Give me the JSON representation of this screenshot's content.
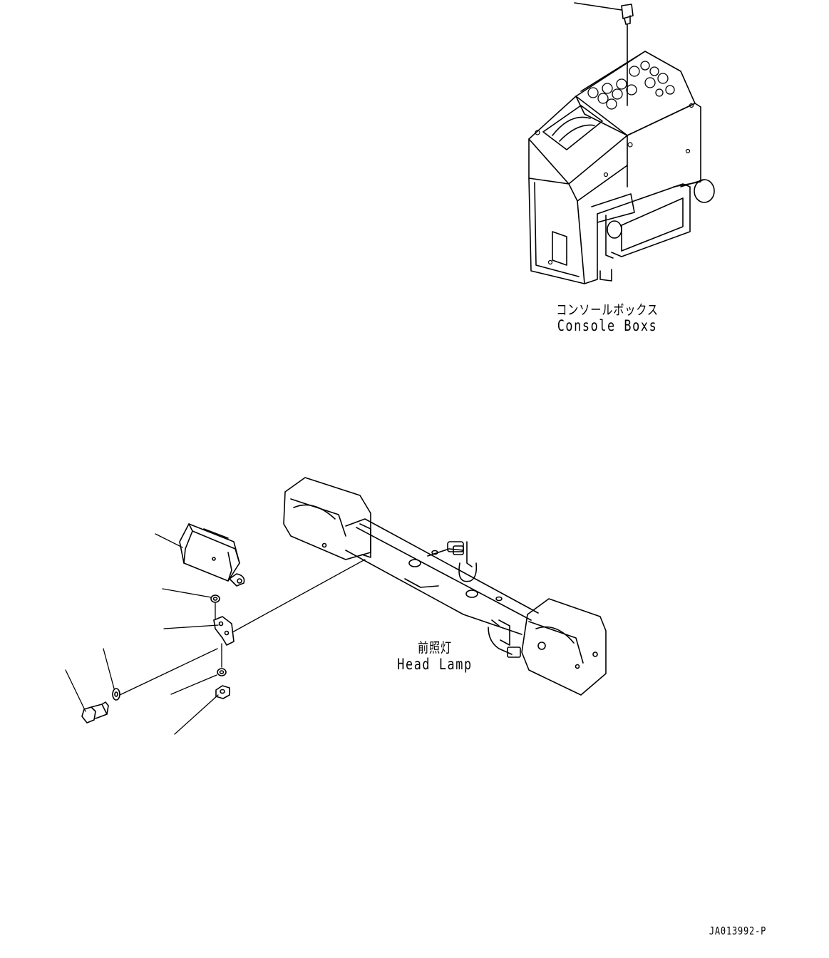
{
  "labels": {
    "console_box_ja": "コンソールボックス",
    "console_box_en": "Console Boxs",
    "head_lamp_ja": "前照灯",
    "head_lamp_en": "Head Lamp",
    "drawing_number": "JA013992-P"
  }
}
